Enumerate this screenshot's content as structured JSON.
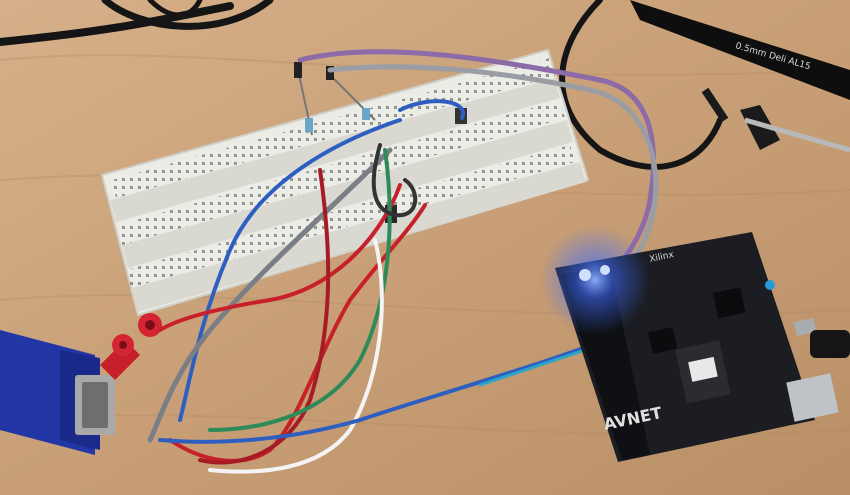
{
  "scene": {
    "description_free": true,
    "board_brand": "AVNET",
    "board_top_brand": "Xilinx",
    "pen_text": "0.5mm Deli AL15"
  },
  "colors": {
    "table": "#c9a27a",
    "breadboard": "#ececE6",
    "board": "#1b1d22",
    "wire_red": "#c8202a",
    "wire_blue": "#2e5fc0",
    "wire_green": "#2f8a5a",
    "wire_gray": "#7a7f86",
    "wire_purple": "#8d6aa8",
    "wire_white": "#f4f4f4",
    "wire_cyan": "#2aa6c8",
    "vga_blue": "#2236a6",
    "cable_black": "#151515",
    "led_blue": "#3e6bff"
  }
}
